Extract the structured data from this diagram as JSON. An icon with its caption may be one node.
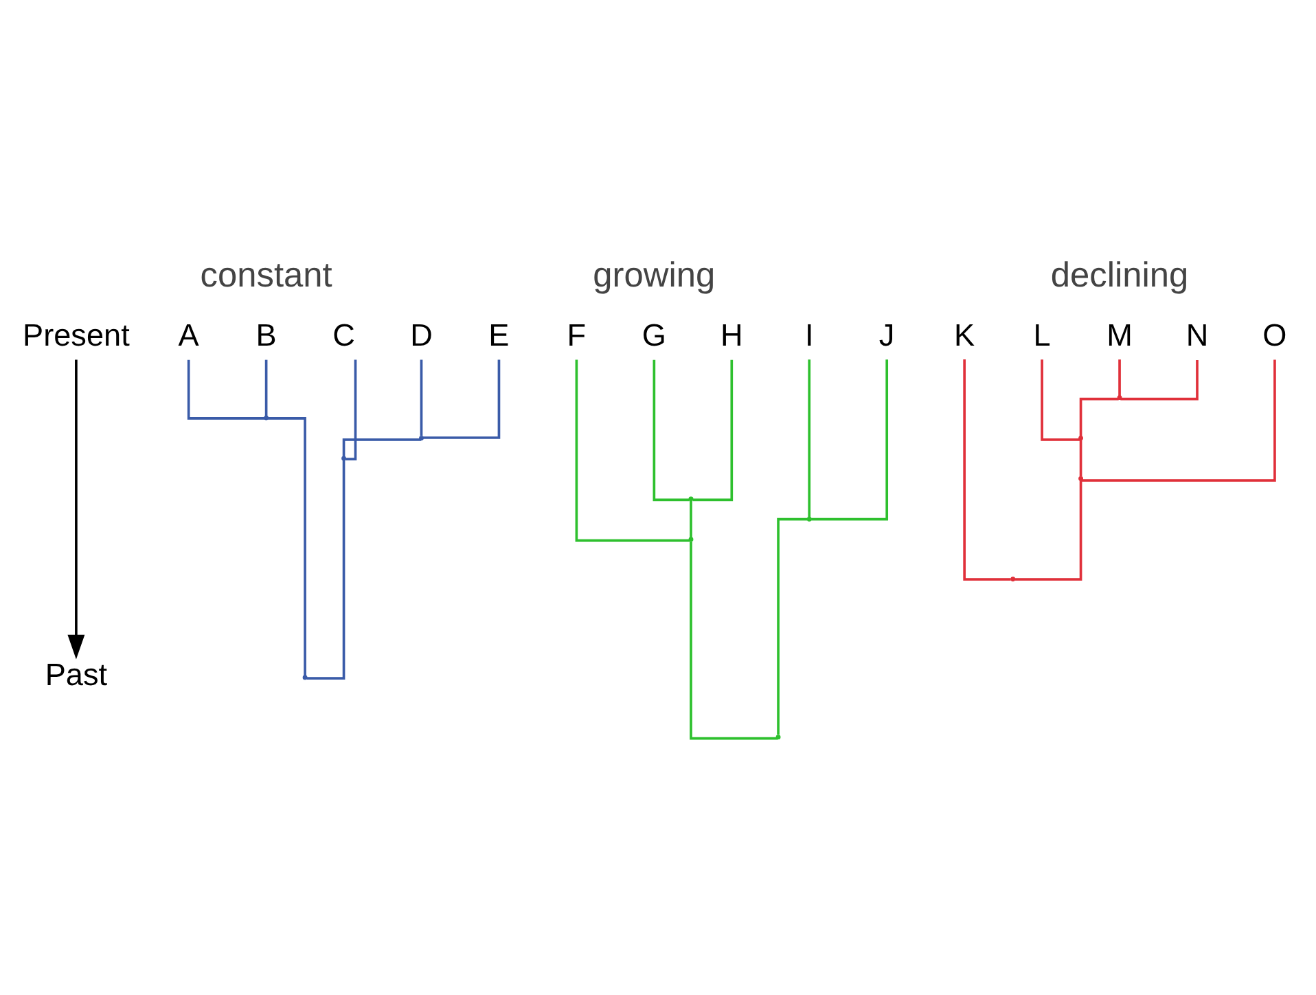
{
  "diagram": {
    "nodes": [
      {
        "text": [
          "Present"
        ]
      },
      {
        "text": [
          "A"
        ]
      },
      {
        "text": [
          "B"
        ]
      },
      {
        "text": [
          "C"
        ]
      },
      {
        "text": [
          "D"
        ]
      },
      {
        "text": [
          "E"
        ]
      },
      {
        "text": [
          "F"
        ]
      },
      {
        "text": [
          "G"
        ]
      },
      {
        "text": [
          "H"
        ]
      },
      {
        "text": [
          "I"
        ]
      },
      {
        "text": [
          "J"
        ]
      },
      {
        "text": [
          "K"
        ]
      },
      {
        "text": [
          "L"
        ]
      },
      {
        "text": [
          "M"
        ]
      },
      {
        "text": [
          "N"
        ]
      },
      {
        "text": [
          "O"
        ]
      },
      {
        "text": [
          "Past"
        ]
      },
      {
        "text": [],
        "shape": "point"
      },
      {
        "text": [],
        "shape": "point"
      },
      {
        "text": [],
        "shape": "point"
      },
      {
        "text": [],
        "shape": "point"
      },
      {
        "text": [],
        "shape": "point"
      },
      {
        "text": [],
        "shape": "point"
      },
      {
        "text": [],
        "shape": "point"
      },
      {
        "text": [],
        "shape": "point"
      },
      {
        "text": [],
        "shape": "point"
      },
      {
        "text": [],
        "shape": "point"
      },
      {
        "text": [],
        "shape": "point"
      },
      {
        "text": [],
        "shape": "point"
      }
    ],
    "edges": [
      {
        "from": 1,
        "to": 17,
        "arrow": "none",
        "color": "#3a5ba8"
      },
      {
        "from": 2,
        "to": 17,
        "arrow": "none",
        "color": "#3a5ba8"
      },
      {
        "from": 4,
        "to": 18,
        "arrow": "none",
        "color": "#3a5ba8"
      },
      {
        "from": 5,
        "to": 18,
        "arrow": "none",
        "color": "#3a5ba8"
      },
      {
        "from": 3,
        "to": 19,
        "arrow": "none",
        "color": "#3a5ba8"
      },
      {
        "from": 18,
        "to": 19,
        "arrow": "none",
        "color": "#3a5ba8"
      },
      {
        "from": 17,
        "to": 20,
        "arrow": "none",
        "color": "#3a5ba8"
      },
      {
        "from": 19,
        "to": 20,
        "arrow": "none",
        "color": "#3a5ba8"
      },
      {
        "from": 7,
        "to": 21,
        "arrow": "none",
        "color": "#2ec02e"
      },
      {
        "from": 8,
        "to": 21,
        "arrow": "none",
        "color": "#2ec02e"
      },
      {
        "from": 6,
        "to": 22,
        "arrow": "none",
        "color": "#2ec02e"
      },
      {
        "from": 21,
        "to": 22,
        "arrow": "none",
        "color": "#2ec02e"
      },
      {
        "from": 9,
        "to": 23,
        "arrow": "none",
        "color": "#2ec02e"
      },
      {
        "from": 10,
        "to": 23,
        "arrow": "none",
        "color": "#2ec02e"
      },
      {
        "from": 22,
        "to": 24,
        "arrow": "none",
        "color": "#2ec02e"
      },
      {
        "from": 23,
        "to": 24,
        "arrow": "none",
        "color": "#2ec02e"
      },
      {
        "from": 13,
        "to": 25,
        "arrow": "none",
        "color": "#e0303a"
      },
      {
        "from": 14,
        "to": 25,
        "arrow": "none",
        "color": "#e0303a"
      },
      {
        "from": 12,
        "to": 26,
        "arrow": "none",
        "color": "#e0303a"
      },
      {
        "from": 25,
        "to": 26,
        "arrow": "none",
        "color": "#e0303a"
      },
      {
        "from": 26,
        "to": 27,
        "arrow": "none",
        "color": "#e0303a"
      },
      {
        "from": 15,
        "to": 27,
        "arrow": "none",
        "color": "#e0303a"
      },
      {
        "from": 11,
        "to": 28,
        "arrow": "none",
        "color": "#e0303a"
      },
      {
        "from": 27,
        "to": 28,
        "arrow": "none",
        "color": "#e0303a"
      },
      {
        "from": 0,
        "to": 16,
        "arrow": "to",
        "color": "#000000"
      }
    ],
    "labels": [
      "constant",
      "growing",
      "declining"
    ]
  }
}
